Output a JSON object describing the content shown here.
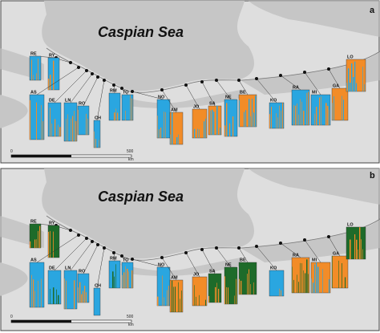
{
  "colors": {
    "sea": "#c6c6c6",
    "land": "#dedede",
    "blue": "#2aa6e0",
    "orange": "#f28c28",
    "green": "#1e6b2a",
    "frame": "#444444"
  },
  "panels": [
    {
      "letter": "a",
      "sea_label": "Caspian Sea",
      "scale": {
        "zero": "0",
        "max": "500",
        "unit": "km"
      },
      "populations": [
        {
          "code": "RE",
          "mix": [
            "blue",
            "orange"
          ]
        },
        {
          "code": "RY",
          "mix": [
            "blue",
            "orange"
          ]
        },
        {
          "code": "AS",
          "mix": [
            "blue",
            "orange"
          ]
        },
        {
          "code": "DE",
          "mix": [
            "blue",
            "orange"
          ]
        },
        {
          "code": "LN",
          "mix": [
            "blue",
            "orange"
          ]
        },
        {
          "code": "RO",
          "mix": [
            "blue",
            "orange"
          ]
        },
        {
          "code": "CH",
          "mix": [
            "blue",
            "orange"
          ]
        },
        {
          "code": "RM",
          "mix": [
            "blue",
            "orange"
          ]
        },
        {
          "code": "TO",
          "mix": [
            "blue",
            "orange"
          ]
        },
        {
          "code": "NO",
          "mix": [
            "blue",
            "orange"
          ]
        },
        {
          "code": "AM",
          "mix": [
            "orange",
            "blue"
          ]
        },
        {
          "code": "JO",
          "mix": [
            "orange",
            "blue"
          ]
        },
        {
          "code": "SA",
          "mix": [
            "orange",
            "blue"
          ]
        },
        {
          "code": "NE",
          "mix": [
            "blue",
            "orange"
          ]
        },
        {
          "code": "BE",
          "mix": [
            "orange",
            "blue"
          ]
        },
        {
          "code": "KO",
          "mix": [
            "blue",
            "orange"
          ]
        },
        {
          "code": "RA",
          "mix": [
            "blue",
            "orange"
          ]
        },
        {
          "code": "MI",
          "mix": [
            "blue",
            "orange"
          ]
        },
        {
          "code": "GA",
          "mix": [
            "orange",
            "blue"
          ]
        },
        {
          "code": "LO",
          "mix": [
            "orange",
            "blue"
          ]
        }
      ]
    },
    {
      "letter": "b",
      "sea_label": "Caspian Sea",
      "scale": {
        "zero": "0",
        "max": "500",
        "unit": "km"
      },
      "populations": [
        {
          "code": "RE",
          "mix": [
            "green",
            "orange"
          ]
        },
        {
          "code": "RY",
          "mix": [
            "green",
            "orange"
          ]
        },
        {
          "code": "AS",
          "mix": [
            "blue",
            "orange"
          ]
        },
        {
          "code": "DE",
          "mix": [
            "blue",
            "green"
          ]
        },
        {
          "code": "LN",
          "mix": [
            "blue",
            "orange"
          ]
        },
        {
          "code": "RO",
          "mix": [
            "blue",
            "orange"
          ]
        },
        {
          "code": "CH",
          "mix": [
            "blue",
            "orange"
          ]
        },
        {
          "code": "RM",
          "mix": [
            "blue",
            "green"
          ]
        },
        {
          "code": "TO",
          "mix": [
            "blue",
            "orange"
          ]
        },
        {
          "code": "NO",
          "mix": [
            "blue",
            "orange"
          ]
        },
        {
          "code": "AM",
          "mix": [
            "orange",
            "green"
          ]
        },
        {
          "code": "JO",
          "mix": [
            "orange",
            "green"
          ]
        },
        {
          "code": "SA",
          "mix": [
            "green",
            "orange"
          ]
        },
        {
          "code": "NE",
          "mix": [
            "green",
            "orange"
          ]
        },
        {
          "code": "BE",
          "mix": [
            "green",
            "orange"
          ]
        },
        {
          "code": "KO",
          "mix": [
            "blue",
            "orange"
          ]
        },
        {
          "code": "RA",
          "mix": [
            "orange",
            "green"
          ]
        },
        {
          "code": "MI",
          "mix": [
            "orange",
            "blue"
          ]
        },
        {
          "code": "GA",
          "mix": [
            "orange",
            "green"
          ]
        },
        {
          "code": "LO",
          "mix": [
            "green",
            "orange"
          ]
        }
      ]
    }
  ]
}
